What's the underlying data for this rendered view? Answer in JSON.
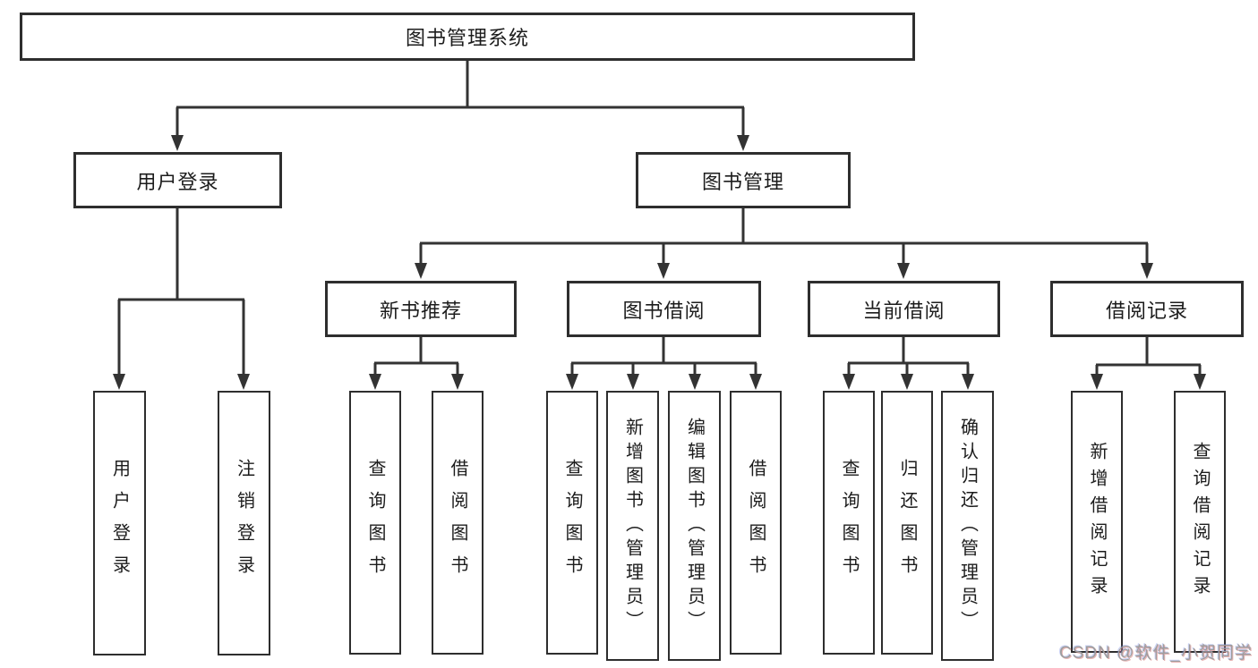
{
  "diagram": {
    "title_note": "library management system feature tree",
    "root": {
      "label": "图书管理系统"
    },
    "level2": [
      {
        "label": "用户登录"
      },
      {
        "label": "图书管理"
      }
    ],
    "level3": [
      {
        "label": "新书推荐"
      },
      {
        "label": "图书借阅"
      },
      {
        "label": "当前借阅"
      },
      {
        "label": "借阅记录"
      }
    ],
    "leaves": [
      {
        "label": "用户登录",
        "parent": "用户登录"
      },
      {
        "label": "注销登录",
        "parent": "用户登录"
      },
      {
        "label": "查询图书",
        "parent": "新书推荐"
      },
      {
        "label": "借阅图书",
        "parent": "新书推荐"
      },
      {
        "label": "查询图书",
        "parent": "图书借阅"
      },
      {
        "label": "新增图书（管理员）",
        "parent": "图书借阅"
      },
      {
        "label": "编辑图书（管理员）",
        "parent": "图书借阅"
      },
      {
        "label": "借阅图书",
        "parent": "图书借阅"
      },
      {
        "label": "查询图书",
        "parent": "当前借阅"
      },
      {
        "label": "归还图书",
        "parent": "当前借阅"
      },
      {
        "label": "确认归还（管理员）",
        "parent": "当前借阅"
      },
      {
        "label": "新增借阅记录",
        "parent": "借阅记录"
      },
      {
        "label": "查询借阅记录",
        "parent": "借阅记录"
      }
    ],
    "colors": {
      "line": "#333333",
      "box_border": "#2e2e2e",
      "text": "#1c1c1c",
      "background": "#ffffff",
      "watermark": "#9e9e9e"
    }
  },
  "watermark": {
    "text": "CSDN @软件_小贺同学"
  }
}
